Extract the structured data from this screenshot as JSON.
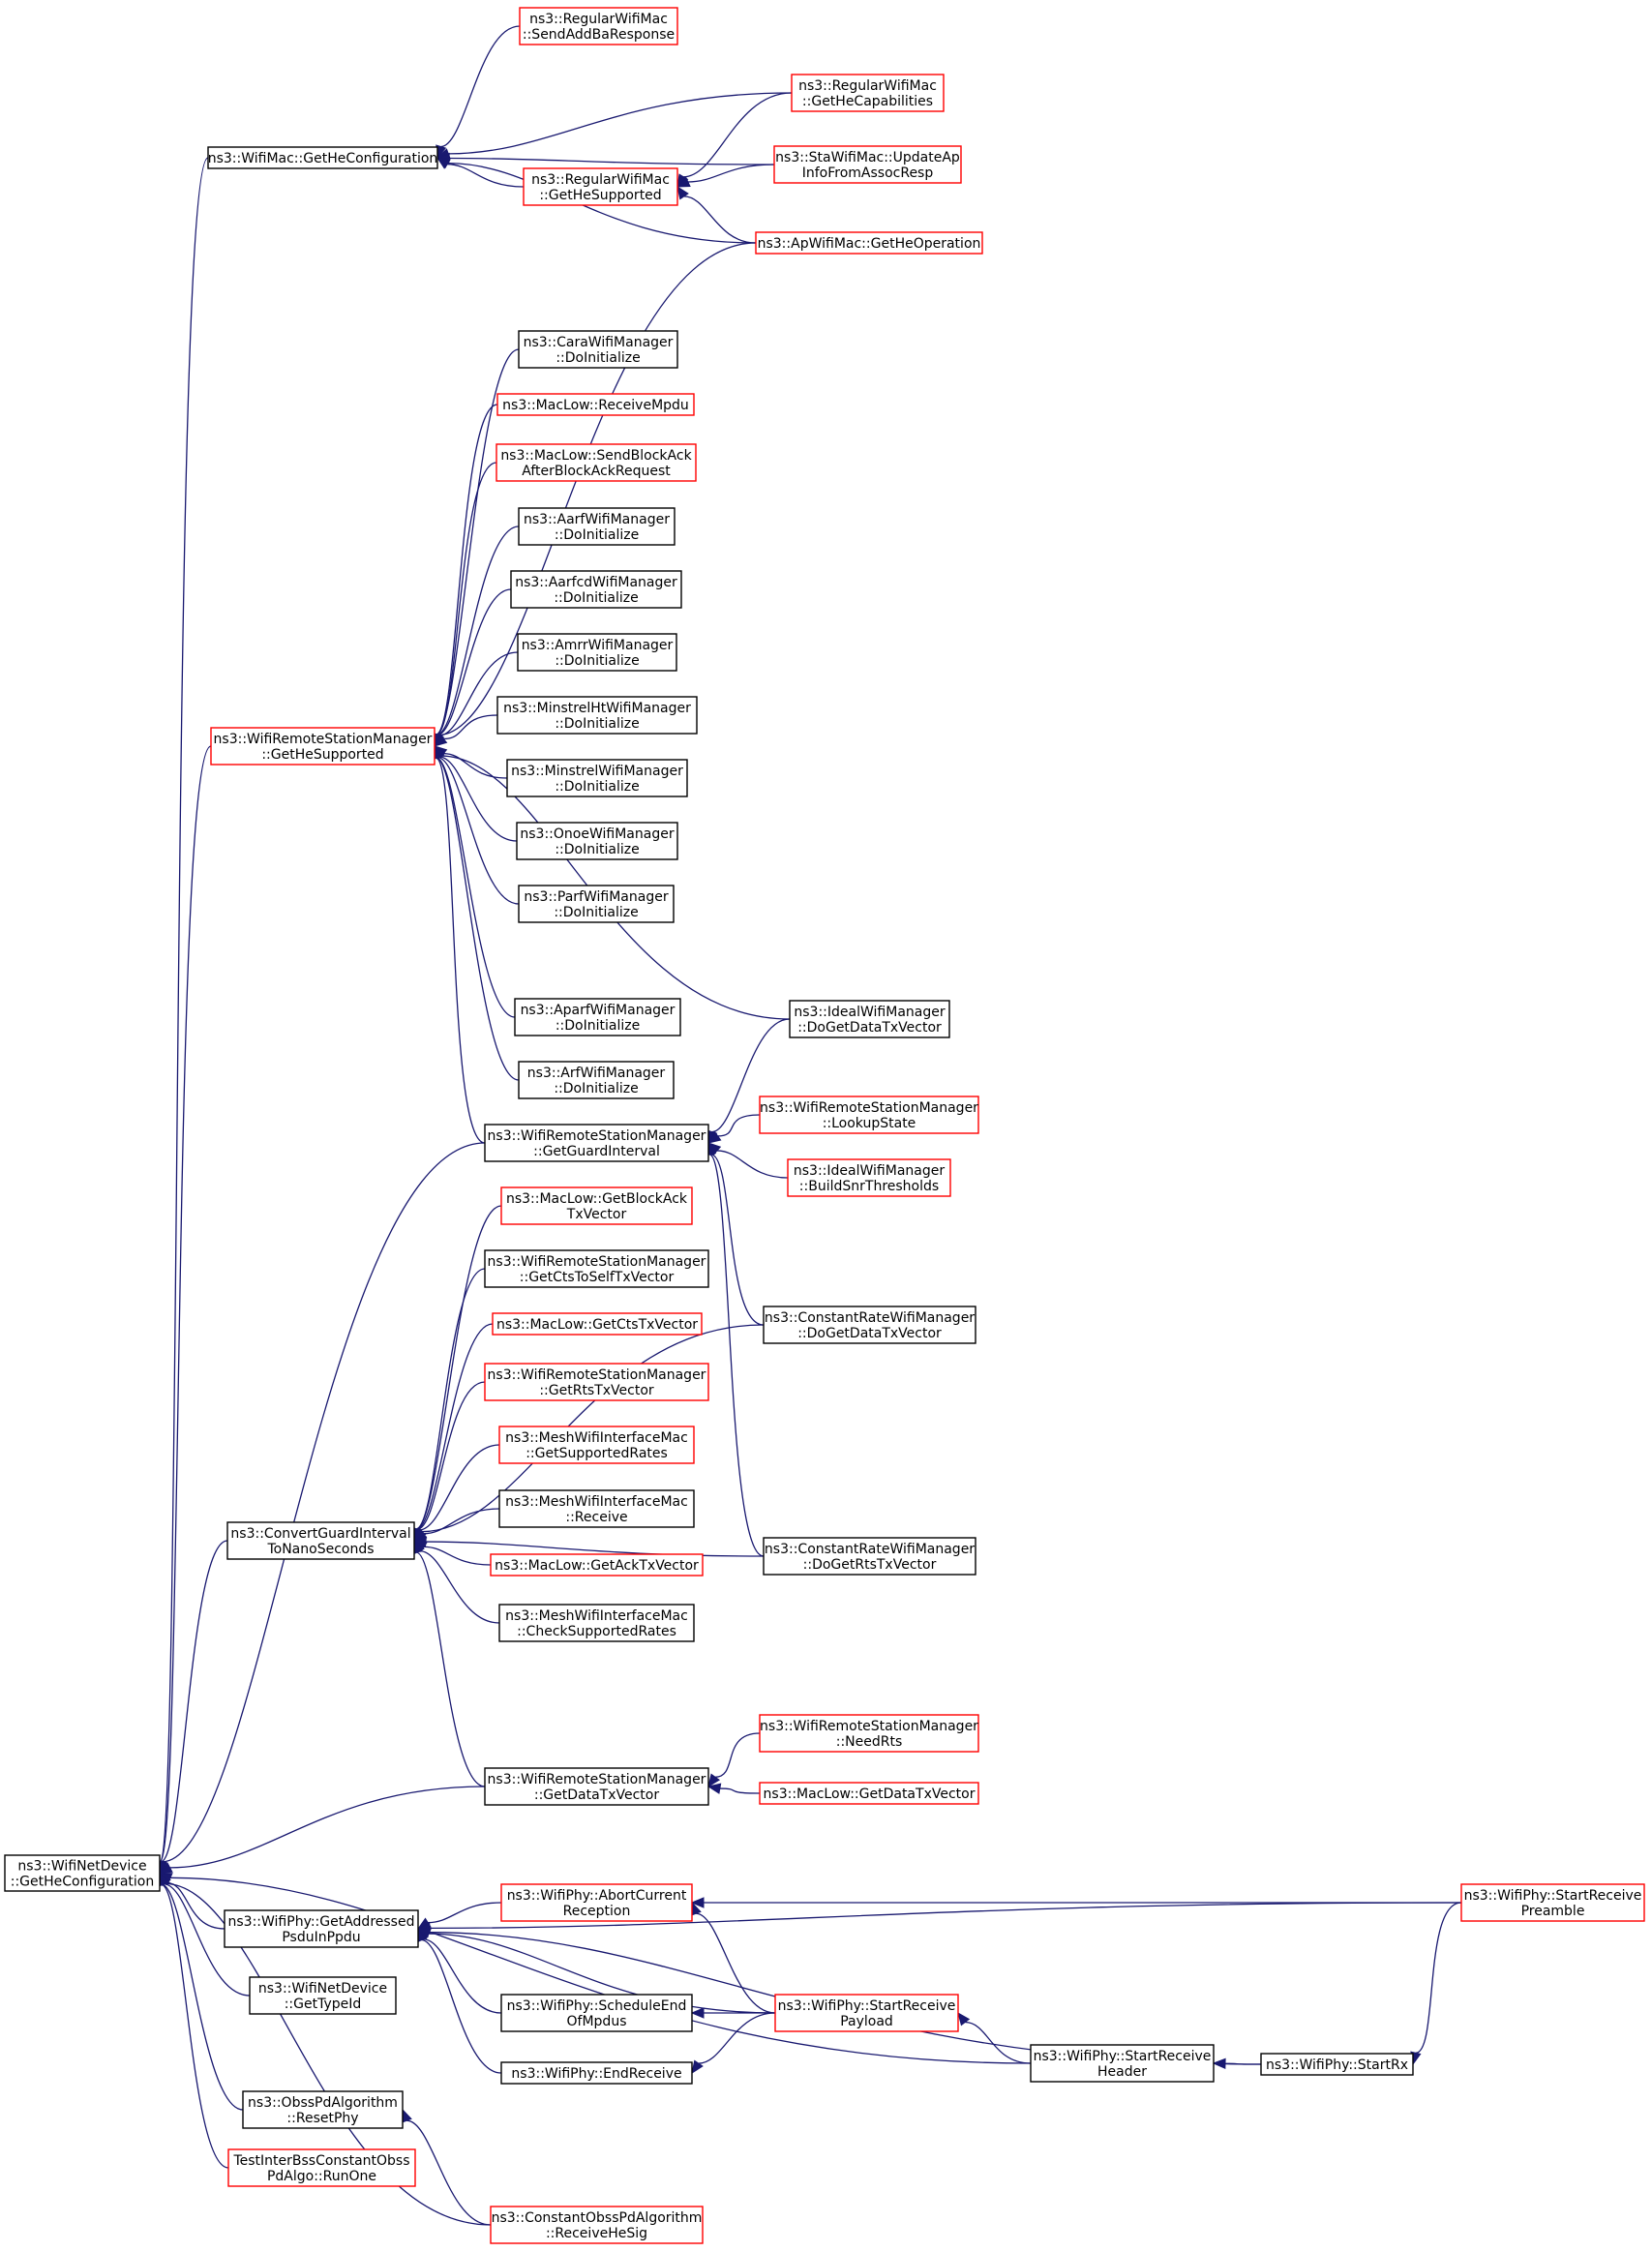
{
  "colors": {
    "edge": "#191970",
    "focus_fill": "#bfbfbf",
    "border_black": "#000000",
    "border_red": "#ff0000"
  },
  "nodes": {
    "netdevice_gethe": {
      "lines": [
        "ns3::WifiNetDevice",
        "::GetHeConfiguration"
      ],
      "border": "black",
      "focus": true
    },
    "mac_gethe": {
      "lines": [
        "ns3::WifiMac::GetHeConfiguration"
      ],
      "border": "black"
    },
    "rsm_getheSupported": {
      "lines": [
        "ns3::WifiRemoteStationManager",
        "::GetHeSupported"
      ],
      "border": "red"
    },
    "convert_gi": {
      "lines": [
        "ns3::ConvertGuardInterval",
        "ToNanoSeconds"
      ],
      "border": "black"
    },
    "rsm_getdatatx": {
      "lines": [
        "ns3::WifiRemoteStationManager",
        "::GetDataTxVector"
      ],
      "border": "black"
    },
    "phy_getaddressed": {
      "lines": [
        "ns3::WifiPhy::GetAddressed",
        "PsduInPpdu"
      ],
      "border": "black"
    },
    "nd_gettypeid": {
      "lines": [
        "ns3::WifiNetDevice",
        "::GetTypeId"
      ],
      "border": "black"
    },
    "obss_resetphy": {
      "lines": [
        "ns3::ObssPdAlgorithm",
        "::ResetPhy"
      ],
      "border": "black"
    },
    "test_runone": {
      "lines": [
        "TestInterBssConstantObss",
        "PdAlgo::RunOne"
      ],
      "border": "red"
    },
    "rmac_sendaddba": {
      "lines": [
        "ns3::RegularWifiMac",
        "::SendAddBaResponse"
      ],
      "border": "red"
    },
    "rmac_gethecap": {
      "lines": [
        "ns3::RegularWifiMac",
        "::GetHeCapabilities"
      ],
      "border": "red"
    },
    "rmac_gethesup": {
      "lines": [
        "ns3::RegularWifiMac",
        "::GetHeSupported"
      ],
      "border": "red"
    },
    "sta_update": {
      "lines": [
        "ns3::StaWifiMac::UpdateAp",
        "InfoFromAssocResp"
      ],
      "border": "red"
    },
    "ap_getheop": {
      "lines": [
        "ns3::ApWifiMac::GetHeOperation"
      ],
      "border": "red"
    },
    "cara_init": {
      "lines": [
        "ns3::CaraWifiManager",
        "::DoInitialize"
      ],
      "border": "black"
    },
    "maclow_recvmpdu": {
      "lines": [
        "ns3::MacLow::ReceiveMpdu"
      ],
      "border": "red"
    },
    "maclow_sendba": {
      "lines": [
        "ns3::MacLow::SendBlockAck",
        "AfterBlockAckRequest"
      ],
      "border": "red"
    },
    "aarf_init": {
      "lines": [
        "ns3::AarfWifiManager",
        "::DoInitialize"
      ],
      "border": "black"
    },
    "aarfcd_init": {
      "lines": [
        "ns3::AarfcdWifiManager",
        "::DoInitialize"
      ],
      "border": "black"
    },
    "amrr_init": {
      "lines": [
        "ns3::AmrrWifiManager",
        "::DoInitialize"
      ],
      "border": "black"
    },
    "minstrelht_init": {
      "lines": [
        "ns3::MinstrelHtWifiManager",
        "::DoInitialize"
      ],
      "border": "black"
    },
    "minstrel_init": {
      "lines": [
        "ns3::MinstrelWifiManager",
        "::DoInitialize"
      ],
      "border": "black"
    },
    "onoe_init": {
      "lines": [
        "ns3::OnoeWifiManager",
        "::DoInitialize"
      ],
      "border": "black"
    },
    "parf_init": {
      "lines": [
        "ns3::ParfWifiManager",
        "::DoInitialize"
      ],
      "border": "black"
    },
    "aparf_init": {
      "lines": [
        "ns3::AparfWifiManager",
        "::DoInitialize"
      ],
      "border": "black"
    },
    "arf_init": {
      "lines": [
        "ns3::ArfWifiManager",
        "::DoInitialize"
      ],
      "border": "black"
    },
    "ideal_getdata": {
      "lines": [
        "ns3::IdealWifiManager",
        "::DoGetDataTxVector"
      ],
      "border": "black"
    },
    "rsm_getgi": {
      "lines": [
        "ns3::WifiRemoteStationManager",
        "::GetGuardInterval"
      ],
      "border": "black"
    },
    "rsm_lookup": {
      "lines": [
        "ns3::WifiRemoteStationManager",
        "::LookupState"
      ],
      "border": "red"
    },
    "ideal_buildsnr": {
      "lines": [
        "ns3::IdealWifiManager",
        "::BuildSnrThresholds"
      ],
      "border": "red"
    },
    "maclow_getblockack": {
      "lines": [
        "ns3::MacLow::GetBlockAck",
        "TxVector"
      ],
      "border": "red"
    },
    "rsm_getctstoself": {
      "lines": [
        "ns3::WifiRemoteStationManager",
        "::GetCtsToSelfTxVector"
      ],
      "border": "black"
    },
    "maclow_getcts": {
      "lines": [
        "ns3::MacLow::GetCtsTxVector"
      ],
      "border": "red"
    },
    "rsm_getrts": {
      "lines": [
        "ns3::WifiRemoteStationManager",
        "::GetRtsTxVector"
      ],
      "border": "red"
    },
    "mesh_getsupported": {
      "lines": [
        "ns3::MeshWifiInterfaceMac",
        "::GetSupportedRates"
      ],
      "border": "red"
    },
    "mesh_receive": {
      "lines": [
        "ns3::MeshWifiInterfaceMac",
        "::Receive"
      ],
      "border": "black"
    },
    "maclow_getack": {
      "lines": [
        "ns3::MacLow::GetAckTxVector"
      ],
      "border": "red"
    },
    "mesh_checksupported": {
      "lines": [
        "ns3::MeshWifiInterfaceMac",
        "::CheckSupportedRates"
      ],
      "border": "black"
    },
    "constrate_getdata": {
      "lines": [
        "ns3::ConstantRateWifiManager",
        "::DoGetDataTxVector"
      ],
      "border": "black"
    },
    "constrate_getrts": {
      "lines": [
        "ns3::ConstantRateWifiManager",
        "::DoGetRtsTxVector"
      ],
      "border": "black"
    },
    "rsm_needrts": {
      "lines": [
        "ns3::WifiRemoteStationManager",
        "::NeedRts"
      ],
      "border": "red"
    },
    "maclow_getdatatx": {
      "lines": [
        "ns3::MacLow::GetDataTxVector"
      ],
      "border": "red"
    },
    "phy_abort": {
      "lines": [
        "ns3::WifiPhy::AbortCurrent",
        "Reception"
      ],
      "border": "red"
    },
    "phy_schedule": {
      "lines": [
        "ns3::WifiPhy::ScheduleEnd",
        "OfMpdus"
      ],
      "border": "black"
    },
    "phy_endreceive": {
      "lines": [
        "ns3::WifiPhy::EndReceive"
      ],
      "border": "black"
    },
    "phy_startpayload": {
      "lines": [
        "ns3::WifiPhy::StartReceive",
        "Payload"
      ],
      "border": "red"
    },
    "phy_startheader": {
      "lines": [
        "ns3::WifiPhy::StartReceive",
        "Header"
      ],
      "border": "black"
    },
    "phy_startrx": {
      "lines": [
        "ns3::WifiPhy::StartRx"
      ],
      "border": "black"
    },
    "phy_startpreamble": {
      "lines": [
        "ns3::WifiPhy::StartReceive",
        "Preamble"
      ],
      "border": "red"
    },
    "constobss_receivehesig": {
      "lines": [
        "ns3::ConstantObssPdAlgorithm",
        "::ReceiveHeSig"
      ],
      "border": "red"
    }
  },
  "edges": [
    [
      "netdevice_gethe",
      "mac_gethe"
    ],
    [
      "netdevice_gethe",
      "rsm_getheSupported"
    ],
    [
      "netdevice_gethe",
      "convert_gi"
    ],
    [
      "netdevice_gethe",
      "rsm_getdatatx"
    ],
    [
      "netdevice_gethe",
      "phy_getaddressed"
    ],
    [
      "netdevice_gethe",
      "nd_gettypeid"
    ],
    [
      "netdevice_gethe",
      "obss_resetphy"
    ],
    [
      "netdevice_gethe",
      "test_runone"
    ],
    [
      "netdevice_gethe",
      "rsm_getgi"
    ],
    [
      "netdevice_gethe",
      "phy_startheader"
    ],
    [
      "netdevice_gethe",
      "constobss_receivehesig"
    ],
    [
      "mac_gethe",
      "rmac_sendaddba"
    ],
    [
      "mac_gethe",
      "rmac_gethecap"
    ],
    [
      "mac_gethe",
      "rmac_gethesup"
    ],
    [
      "mac_gethe",
      "sta_update"
    ],
    [
      "mac_gethe",
      "ap_getheop"
    ],
    [
      "rmac_gethesup",
      "rmac_gethecap"
    ],
    [
      "rmac_gethesup",
      "sta_update"
    ],
    [
      "rmac_gethesup",
      "ap_getheop"
    ],
    [
      "rsm_getheSupported",
      "ap_getheop"
    ],
    [
      "rsm_getheSupported",
      "cara_init"
    ],
    [
      "rsm_getheSupported",
      "maclow_recvmpdu"
    ],
    [
      "rsm_getheSupported",
      "maclow_sendba"
    ],
    [
      "rsm_getheSupported",
      "aarf_init"
    ],
    [
      "rsm_getheSupported",
      "aarfcd_init"
    ],
    [
      "rsm_getheSupported",
      "amrr_init"
    ],
    [
      "rsm_getheSupported",
      "minstrelht_init"
    ],
    [
      "rsm_getheSupported",
      "minstrel_init"
    ],
    [
      "rsm_getheSupported",
      "onoe_init"
    ],
    [
      "rsm_getheSupported",
      "parf_init"
    ],
    [
      "rsm_getheSupported",
      "aparf_init"
    ],
    [
      "rsm_getheSupported",
      "arf_init"
    ],
    [
      "rsm_getheSupported",
      "ideal_getdata"
    ],
    [
      "rsm_getheSupported",
      "rsm_getgi"
    ],
    [
      "rsm_getgi",
      "ideal_getdata"
    ],
    [
      "rsm_getgi",
      "rsm_lookup"
    ],
    [
      "rsm_getgi",
      "ideal_buildsnr"
    ],
    [
      "rsm_getgi",
      "constrate_getdata"
    ],
    [
      "rsm_getgi",
      "constrate_getrts"
    ],
    [
      "convert_gi",
      "maclow_getblockack"
    ],
    [
      "convert_gi",
      "rsm_getctstoself"
    ],
    [
      "convert_gi",
      "maclow_getcts"
    ],
    [
      "convert_gi",
      "rsm_getrts"
    ],
    [
      "convert_gi",
      "mesh_getsupported"
    ],
    [
      "convert_gi",
      "mesh_receive"
    ],
    [
      "convert_gi",
      "maclow_getack"
    ],
    [
      "convert_gi",
      "mesh_checksupported"
    ],
    [
      "convert_gi",
      "constrate_getdata"
    ],
    [
      "convert_gi",
      "constrate_getrts"
    ],
    [
      "convert_gi",
      "rsm_getdatatx"
    ],
    [
      "rsm_getdatatx",
      "rsm_needrts"
    ],
    [
      "rsm_getdatatx",
      "maclow_getdatatx"
    ],
    [
      "phy_getaddressed",
      "phy_abort"
    ],
    [
      "phy_getaddressed",
      "phy_schedule"
    ],
    [
      "phy_getaddressed",
      "phy_endreceive"
    ],
    [
      "phy_getaddressed",
      "phy_startpayload"
    ],
    [
      "phy_getaddressed",
      "phy_startpreamble"
    ],
    [
      "phy_getaddressed",
      "phy_startrx"
    ],
    [
      "phy_abort",
      "phy_startpayload"
    ],
    [
      "phy_abort",
      "phy_startpreamble"
    ],
    [
      "phy_schedule",
      "phy_startpayload"
    ],
    [
      "phy_endreceive",
      "phy_startpayload"
    ],
    [
      "phy_startpayload",
      "phy_startheader"
    ],
    [
      "phy_startheader",
      "phy_startrx"
    ],
    [
      "phy_startrx",
      "phy_startpreamble"
    ],
    [
      "obss_resetphy",
      "constobss_receivehesig"
    ]
  ]
}
